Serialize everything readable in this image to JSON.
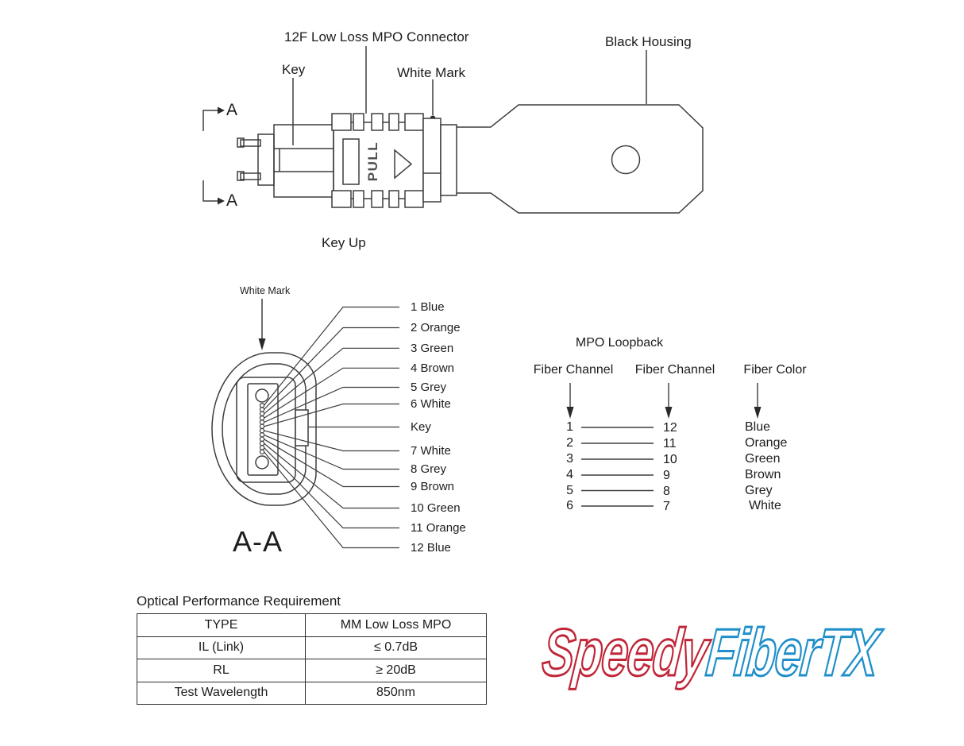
{
  "page": {
    "background": "#ffffff",
    "line_color": "#3d3d3d",
    "text_color": "#1c1c1c"
  },
  "top_view": {
    "connector_label": "12F Low Loss MPO Connector",
    "key_label": "Key",
    "white_mark_label": "White Mark",
    "black_housing_label": "Black Housing",
    "section_marker_top": "A",
    "section_marker_bottom": "A",
    "pull_text": "PULL",
    "caption": "Key Up"
  },
  "aa_view": {
    "white_mark_label": "White Mark",
    "section_title": "A-A",
    "fiber_labels": [
      "1 Blue",
      "2 Orange",
      "3 Green",
      "4 Brown",
      "5 Grey",
      "6 White",
      "Key",
      "7 White",
      "8 Grey",
      "9 Brown",
      "10 Green",
      "11 Orange",
      "12 Blue"
    ]
  },
  "loopback": {
    "title": "MPO Loopback",
    "col1_header": "Fiber Channel",
    "col2_header": "Fiber Channel",
    "col3_header": "Fiber Color",
    "rows": [
      {
        "from": "1",
        "to": "12",
        "color": "Blue"
      },
      {
        "from": "2",
        "to": "11",
        "color": "Orange"
      },
      {
        "from": "3",
        "to": "10",
        "color": "Green"
      },
      {
        "from": "4",
        "to": "9",
        "color": "Brown"
      },
      {
        "from": "5",
        "to": "8",
        "color": "Grey"
      },
      {
        "from": "6",
        "to": "7",
        "color": "White"
      }
    ]
  },
  "performance": {
    "title": "Optical Performance Requirement",
    "rows": [
      {
        "label": "TYPE",
        "value": "MM Low Loss MPO"
      },
      {
        "label": "IL (Link)",
        "value": "≤ 0.7dB"
      },
      {
        "label": "RL",
        "value": "≥ 20dB"
      },
      {
        "label": "Test Wavelength",
        "value": "850nm"
      }
    ]
  },
  "logo": {
    "part1": "Speedy",
    "part2": "FiberTX",
    "color1": "#c02638",
    "color2": "#1e8fca"
  }
}
